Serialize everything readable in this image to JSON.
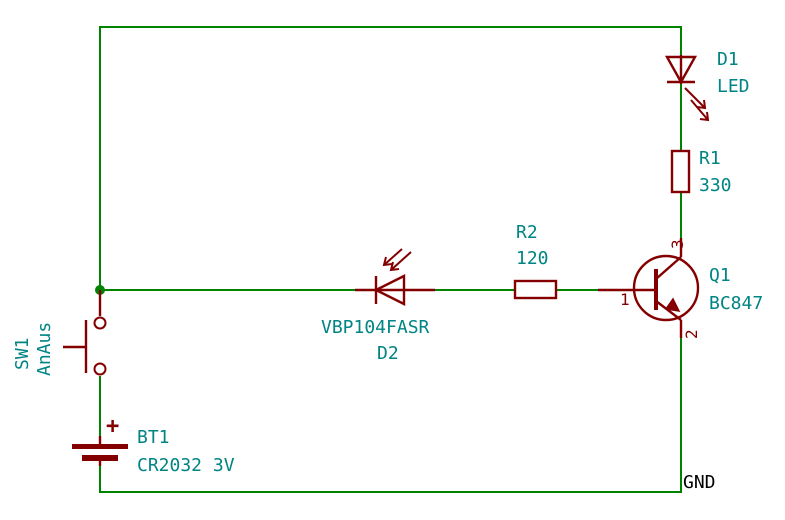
{
  "components": {
    "d1": {
      "ref": "D1",
      "value": "LED"
    },
    "r1": {
      "ref": "R1",
      "value": "330"
    },
    "r2": {
      "ref": "R2",
      "value": "120"
    },
    "q1": {
      "ref": "Q1",
      "value": "BC847",
      "pins": {
        "base": "1",
        "emitter": "2",
        "collector": "3"
      }
    },
    "d2": {
      "ref": "D2",
      "value": "VBP104FASR"
    },
    "sw1": {
      "ref": "SW1",
      "value": "AnAus"
    },
    "bt1": {
      "ref": "BT1",
      "value": "CR2032 3V",
      "polarity": "+"
    }
  },
  "nets": {
    "gnd": "GND"
  },
  "colors": {
    "wire": "#008400",
    "symbol": "#840000",
    "label": "#008484"
  }
}
